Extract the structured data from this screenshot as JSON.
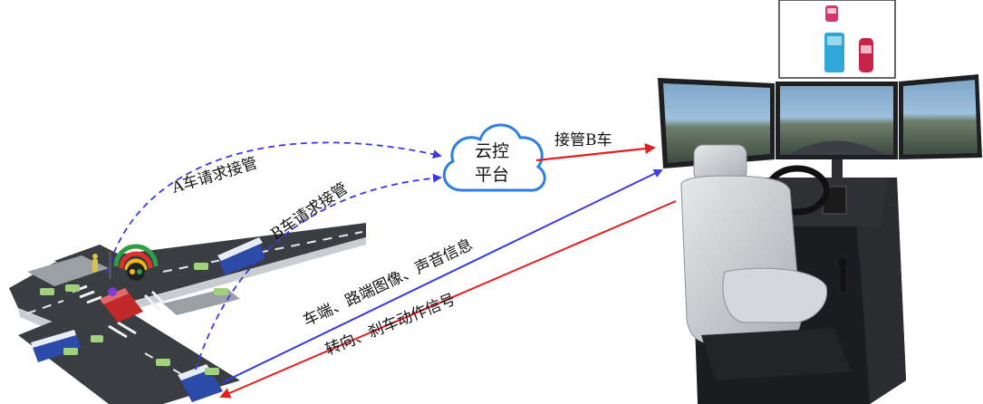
{
  "cloud": {
    "line1": "云控",
    "line2": "平台"
  },
  "labels": {
    "a_request": "A车请求接管",
    "b_request": "B车请求接管",
    "takeover_b": "接管B车",
    "images_audio": "车端、路端图像、声音信息",
    "steering_brake": "转向、刹车动作信号"
  },
  "colors": {
    "request_blue": "#3a3ae0",
    "command_red": "#e02020",
    "cloud_border": "#2f7fe0"
  }
}
